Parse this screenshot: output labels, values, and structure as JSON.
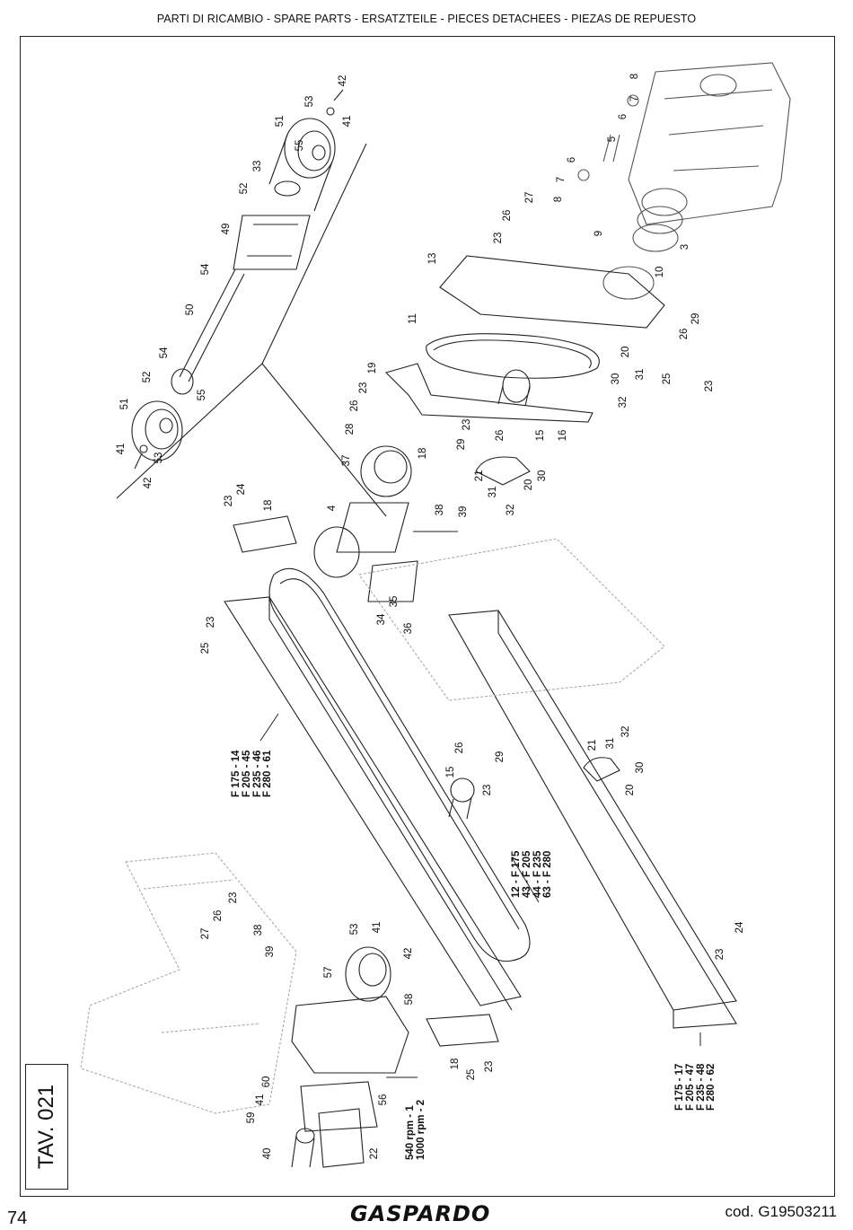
{
  "header": "PARTI DI RICAMBIO - SPARE PARTS - ERSATZTEILE - PIECES DETACHEES - PIEZAS DE REPUESTO",
  "page_number": "74",
  "brand": "GASPARDO",
  "code": "cod.  G19503211",
  "table": "TAV.  021",
  "variant_labels": {
    "left_beam": [
      "F 175 - 14",
      "F 205 - 45",
      "F 235 - 46",
      "F 280 - 61"
    ],
    "belt": [
      "12 - F 175",
      "43 - F 205",
      "44 - F 235",
      "63 - F 280"
    ],
    "right_beam": [
      "F 175 - 17",
      "F 205 - 47",
      "F 235 - 48",
      "F 280 - 62"
    ],
    "rpm": [
      "540 rpm - 1",
      "1000 rpm - 2"
    ]
  },
  "callouts": [
    "42",
    "53",
    "41",
    "51",
    "55",
    "33",
    "52",
    "49",
    "54",
    "50",
    "54",
    "52",
    "55",
    "51",
    "41",
    "53",
    "42",
    "8",
    "7",
    "6",
    "5",
    "6",
    "7",
    "8",
    "27",
    "26",
    "23",
    "9",
    "3",
    "10",
    "13",
    "29",
    "26",
    "20",
    "25",
    "23",
    "31",
    "30",
    "32",
    "11",
    "19",
    "23",
    "26",
    "28",
    "18",
    "23",
    "29",
    "26",
    "15",
    "16",
    "21",
    "31",
    "20",
    "30",
    "32",
    "37",
    "4",
    "24",
    "23",
    "18",
    "38",
    "39",
    "35",
    "34",
    "36",
    "23",
    "25",
    "21",
    "32",
    "31",
    "30",
    "20",
    "26",
    "29",
    "15",
    "23",
    "23",
    "26",
    "27",
    "38",
    "39",
    "53",
    "41",
    "42",
    "57",
    "58",
    "60",
    "41",
    "59",
    "40",
    "56",
    "22",
    "18",
    "25",
    "23",
    "24",
    "23"
  ]
}
